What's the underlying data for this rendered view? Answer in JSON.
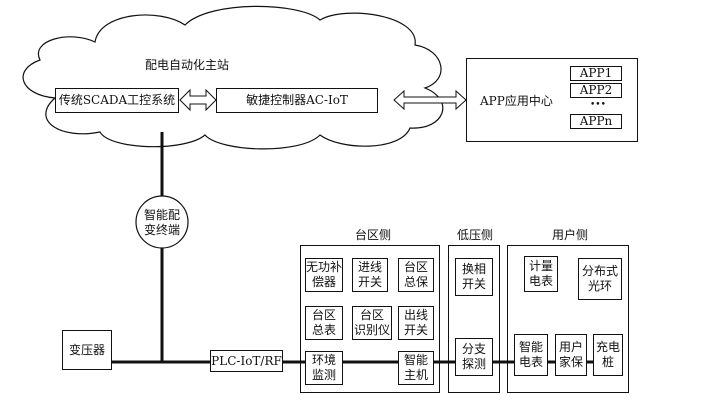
{
  "cloud": {
    "title": "配电自动化主站",
    "scada_label": "传统SCADA工控系统",
    "controller_label": "敏捷控制器AC-IoT"
  },
  "app_center": {
    "label": "APP应用中心",
    "apps": [
      "APP1",
      "APP2",
      "APPn"
    ],
    "ellipsis": "•••"
  },
  "terminal": {
    "label": "智能配\n变终端"
  },
  "transformer": {
    "label": "变压器"
  },
  "plc": {
    "label": "PLC-IoT/RF"
  },
  "district_side": {
    "title": "台区侧",
    "devices": [
      "无功补\n偿器",
      "进线\n开关",
      "台区\n总保",
      "台区\n总表",
      "台区\n识别仪",
      "出线\n开关",
      "环境\n监测",
      "智能\n主机"
    ]
  },
  "lowvoltage_side": {
    "title": "低压侧",
    "devices": [
      "换相\n开关",
      "分支\n探测"
    ]
  },
  "user_side": {
    "title": "用户侧",
    "devices": [
      "计量\n电表",
      "分布式\n光环",
      "智能\n电表",
      "用户\n家保",
      "充电\n桩"
    ]
  }
}
